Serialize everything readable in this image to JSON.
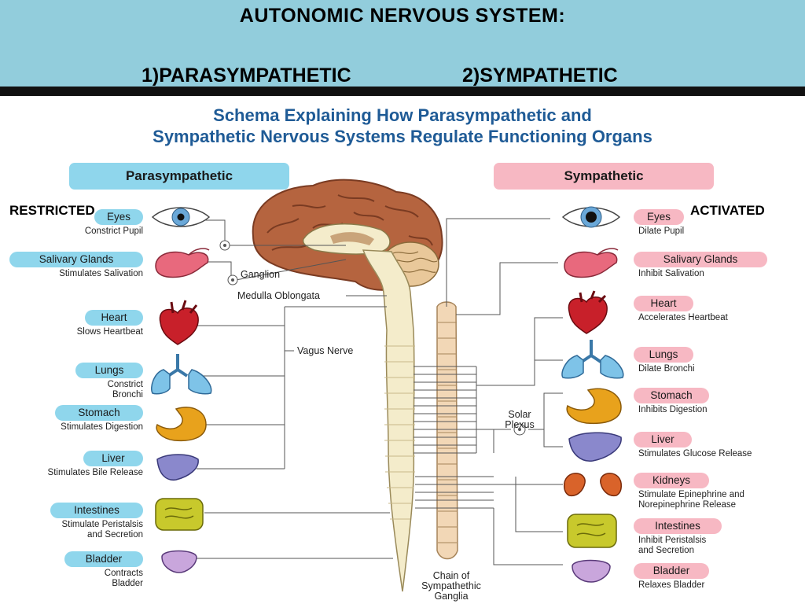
{
  "header": {
    "title": "AUTONOMIC NERVOUS SYSTEM:",
    "left_sub": "1)PARASYMPATHETIC",
    "right_sub": "2)SYMPATHETIC"
  },
  "diagram": {
    "title_line1": "Schema Explaining How Parasympathetic and",
    "title_line2": "Sympathetic Nervous Systems Regulate Functioning Organs",
    "left_heading": "Parasympathetic",
    "right_heading": "Sympathetic",
    "left_note": "RESTRICTED",
    "right_note": "ACTIVATED",
    "labels": {
      "ganglion": "Ganglion",
      "medulla": "Medulla Oblongata",
      "vagus": "Vagus Nerve",
      "solar_1": "Solar",
      "solar_2": "Plexus",
      "chain_1": "Chain of",
      "chain_2": "Sympathethic",
      "chain_3": "Ganglia"
    },
    "parasympathetic": [
      {
        "organ": "Eyes",
        "effect_1": "Constrict Pupil",
        "effect_2": ""
      },
      {
        "organ": "Salivary Glands",
        "effect_1": "Stimulates Salivation",
        "effect_2": ""
      },
      {
        "organ": "Heart",
        "effect_1": "Slows Heartbeat",
        "effect_2": ""
      },
      {
        "organ": "Lungs",
        "effect_1": "Constrict",
        "effect_2": "Bronchi"
      },
      {
        "organ": "Stomach",
        "effect_1": "Stimulates Digestion",
        "effect_2": ""
      },
      {
        "organ": "Liver",
        "effect_1": "Stimulates Bile Release",
        "effect_2": ""
      },
      {
        "organ": "Intestines",
        "effect_1": "Stimulate Peristalsis",
        "effect_2": "and Secretion"
      },
      {
        "organ": "Bladder",
        "effect_1": "Contracts",
        "effect_2": "Bladder"
      }
    ],
    "sympathetic": [
      {
        "organ": "Eyes",
        "effect_1": "Dilate Pupil",
        "effect_2": ""
      },
      {
        "organ": "Salivary Glands",
        "effect_1": "Inhibit Salivation",
        "effect_2": ""
      },
      {
        "organ": "Heart",
        "effect_1": "Accelerates Heartbeat",
        "effect_2": ""
      },
      {
        "organ": "Lungs",
        "effect_1": "Dilate Bronchi",
        "effect_2": ""
      },
      {
        "organ": "Stomach",
        "effect_1": "Inhibits Digestion",
        "effect_2": ""
      },
      {
        "organ": "Liver",
        "effect_1": "Stimulates Glucose Release",
        "effect_2": ""
      },
      {
        "organ": "Kidneys",
        "effect_1": "Stimulate Epinephrine and",
        "effect_2": "Norepinephrine Release"
      },
      {
        "organ": "Intestines",
        "effect_1": "Inhibit Peristalsis",
        "effect_2": "and Secretion"
      },
      {
        "organ": "Bladder",
        "effect_1": "Relaxes Bladder",
        "effect_2": ""
      }
    ],
    "colors": {
      "header_bg": "#92cddc",
      "title_blue": "#1f5b96",
      "para_pill": "#8fd6ec",
      "symp_pill": "#f7b8c3",
      "brain": "#b5643f",
      "cord": "#f4eccb",
      "heart": "#c8202a",
      "lungs": "#7ec3e8",
      "stomach": "#e8a21c",
      "liver": "#8a88cc",
      "intestines": "#c8c92c",
      "bladder": "#c9a6dc",
      "salivary": "#e8697d",
      "kidneys": "#d9632a"
    }
  }
}
